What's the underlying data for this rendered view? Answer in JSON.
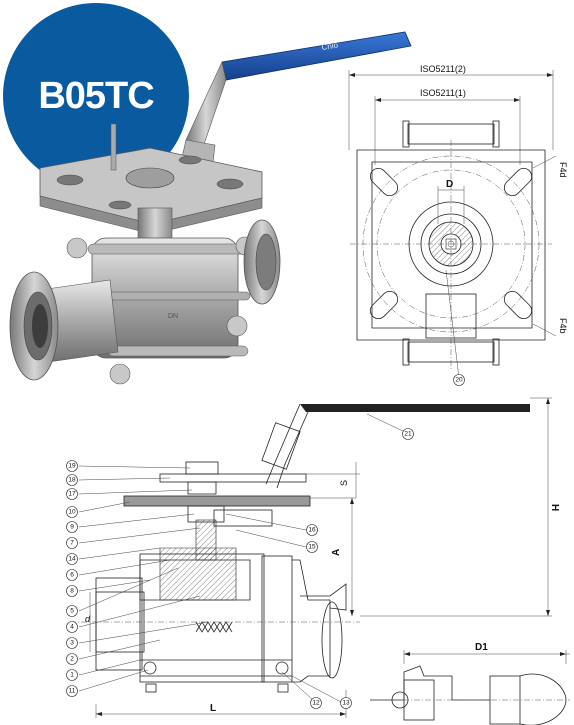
{
  "badge": {
    "text": "B05TC",
    "color": "#0a5aa0"
  },
  "photo": {
    "handle_text": "Cnio",
    "body_text": "DN"
  },
  "top_view": {
    "iso2": "ISO5211(2)",
    "iso1": "ISO5211(1)",
    "dim_d": "D",
    "dim_r1": "F4d",
    "dim_r2": "F4b",
    "callout_20": "20"
  },
  "side_view": {
    "dim_h": "H",
    "dim_a": "A",
    "dim_s": "S",
    "dim_l": "L",
    "dim_d": "d",
    "dim_d1": "D1",
    "callout_21": "21",
    "left_callouts": [
      "19",
      "18",
      "17",
      "10",
      "9",
      "7",
      "14",
      "6",
      "8",
      "5",
      "4",
      "3",
      "2",
      "1",
      "11"
    ],
    "right_callouts": [
      "16",
      "15"
    ],
    "bottom_callouts": [
      "12",
      "13"
    ]
  }
}
